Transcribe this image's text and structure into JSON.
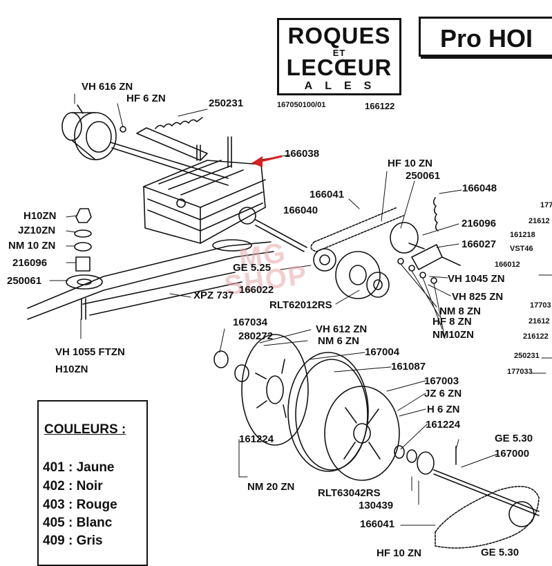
{
  "brand": {
    "line1": "ROQUES",
    "line2": "ET",
    "line3": "LECŒUR",
    "line4": "ALES",
    "ref_small": "167050100/01",
    "ref_main": "166122"
  },
  "model": {
    "title": "Pro HOI"
  },
  "watermark": {
    "line1": "MG",
    "line2": "SHOP"
  },
  "legend": {
    "title": "COULEURS :",
    "items": [
      "401 : Jaune",
      "402 : Noir",
      "403 : Rouge",
      "405 : Blanc",
      "409 : Gris"
    ]
  },
  "labels": [
    "VH 616 ZN",
    "HF 6 ZN",
    "250231",
    "166038",
    "HF 10 ZN",
    "250061",
    "166041",
    "166048",
    "166040",
    "216096",
    "166027",
    "H10ZN",
    "JZ10ZN",
    "NM 10 ZN",
    "216096",
    "250061",
    "GE 5.25",
    "166022",
    "XPZ 737",
    "RLT62012RS",
    "VH 1045 ZN",
    "VH 825 ZN",
    "NM 8 ZN",
    "HF 8 ZN",
    "NM10ZN",
    "VH 1055 FTZN",
    "H10ZN",
    "167034",
    "VH 612 ZN",
    "280272",
    "NM 6 ZN",
    "167004",
    "161087",
    "167003",
    "JZ 6 ZN",
    "H 6 ZN",
    "161224",
    "GE 5.30",
    "167000",
    "161224",
    "NM 20 ZN",
    "RLT63042RS",
    "130439",
    "166041",
    "HF 10 ZN",
    "GE 5.30"
  ],
  "side_labels": [
    "177",
    "21612",
    "161218",
    "VST46",
    "166012",
    "17703",
    "21612",
    "216122",
    "250231",
    "177033"
  ],
  "colors": {
    "ink": "#111111",
    "arrow": "#d42020",
    "watermark": "#e7a9a9"
  }
}
